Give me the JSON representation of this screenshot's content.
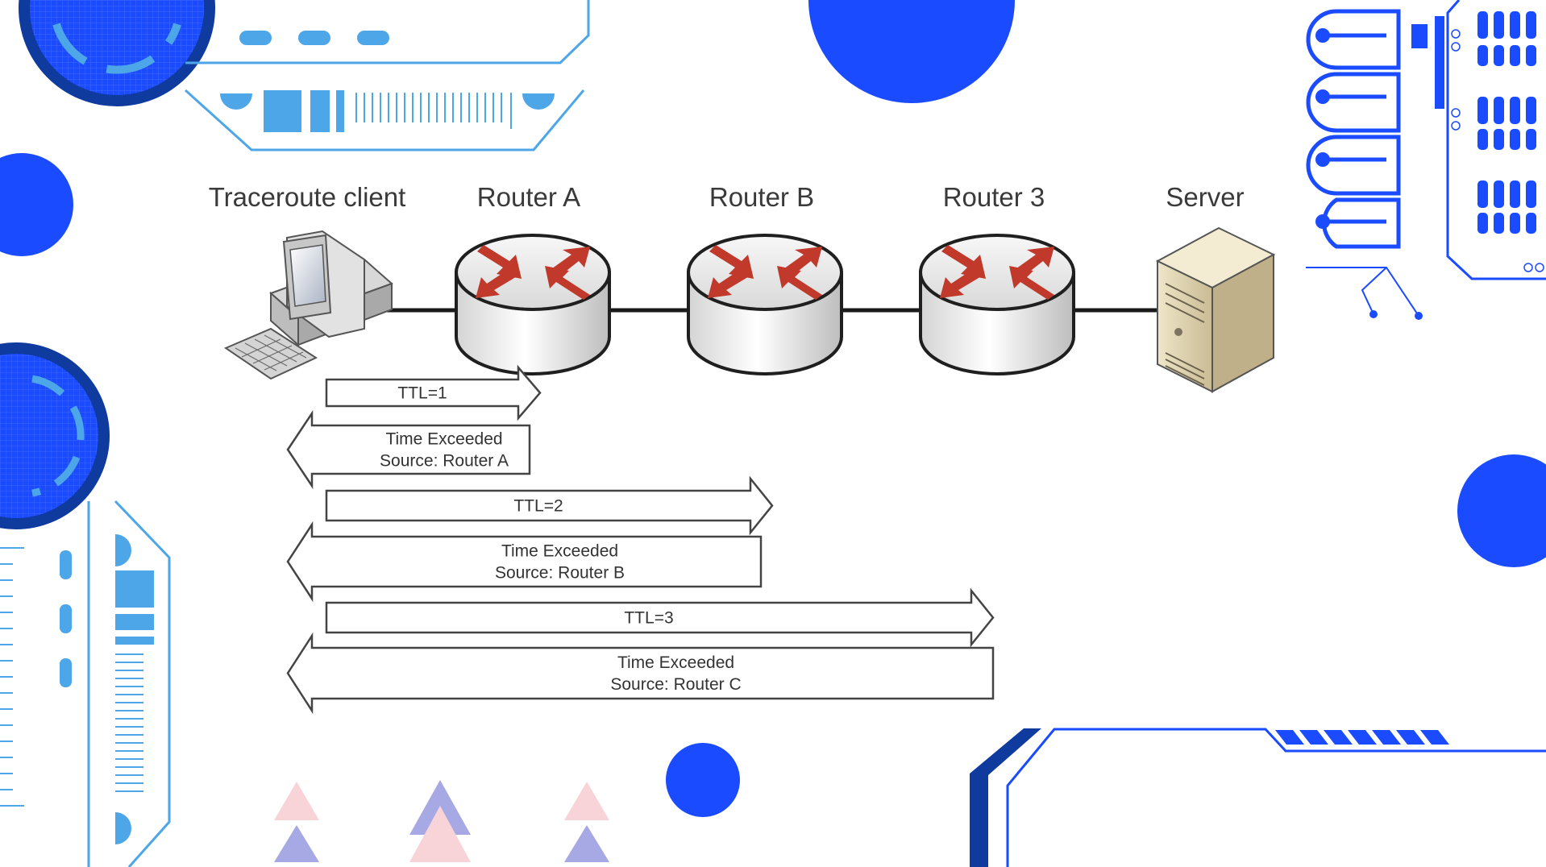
{
  "nodes": [
    {
      "label": "Traceroute client",
      "kind": "client"
    },
    {
      "label": "Router A",
      "kind": "router"
    },
    {
      "label": "Router B",
      "kind": "router"
    },
    {
      "label": "Router 3",
      "kind": "router"
    },
    {
      "label": "Server",
      "kind": "server"
    }
  ],
  "arrows": [
    {
      "direction": "right",
      "lines": [
        "TTL=1"
      ]
    },
    {
      "direction": "left",
      "lines": [
        "Time Exceeded",
        "Source: Router A"
      ]
    },
    {
      "direction": "right",
      "lines": [
        "TTL=2"
      ]
    },
    {
      "direction": "left",
      "lines": [
        "Time Exceeded",
        "Source: Router B"
      ]
    },
    {
      "direction": "right",
      "lines": [
        "TTL=3"
      ]
    },
    {
      "direction": "left",
      "lines": [
        "Time Exceeded",
        "Source: Router C"
      ]
    }
  ],
  "colors": {
    "accent_blue": "#1a4bff",
    "light_blue": "#4da6e8",
    "navy": "#0f3a9e",
    "router_arrow_red": "#c0392b",
    "triangle_pink": "#f8d4d8",
    "triangle_lavender": "#a7a9e4"
  }
}
